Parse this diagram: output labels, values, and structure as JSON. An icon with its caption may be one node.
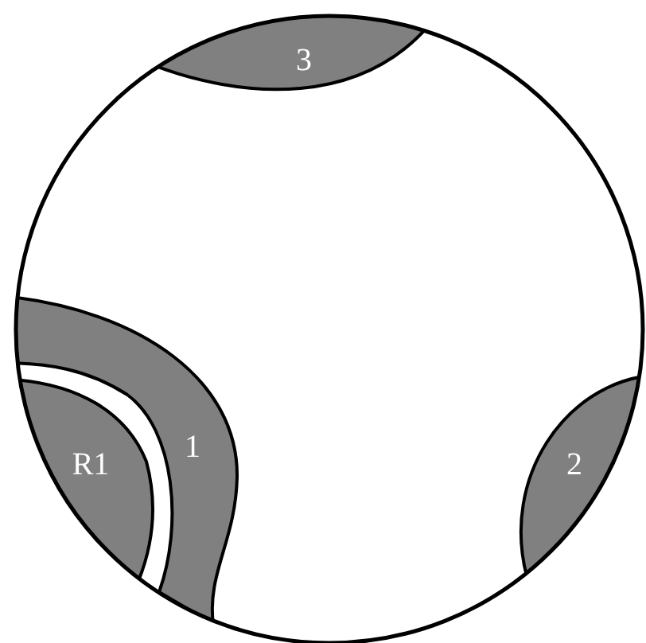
{
  "diagram": {
    "nodes": [
      {
        "text": [
          "3"
        ]
      },
      {
        "text": [
          "1"
        ]
      },
      {
        "text": [
          "R1"
        ]
      },
      {
        "text": [
          "2"
        ]
      }
    ]
  }
}
